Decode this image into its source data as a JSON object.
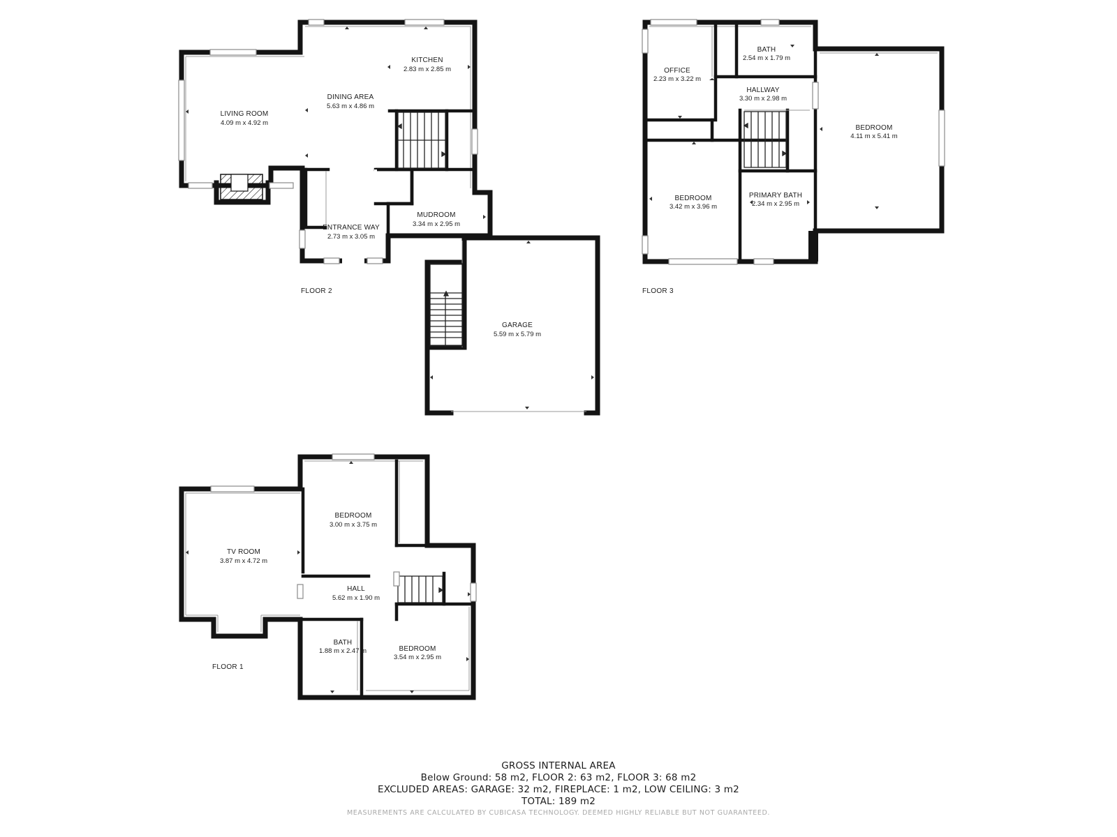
{
  "floors": {
    "floor2": {
      "label": "FLOOR 2",
      "rooms": {
        "kitchen": {
          "name": "KITCHEN",
          "dims": "2.83 m x 2.85 m"
        },
        "dining": {
          "name": "DINING AREA",
          "dims": "5.63 m x 4.86 m"
        },
        "living": {
          "name": "LIVING ROOM",
          "dims": "4.09 m x 4.92 m"
        },
        "entrance": {
          "name": "ENTRANCE WAY",
          "dims": "2.73 m x 3.05 m"
        },
        "mudroom": {
          "name": "MUDROOM",
          "dims": "3.34 m x 2.95 m"
        },
        "garage": {
          "name": "GARAGE",
          "dims": "5.59 m x 5.79 m"
        }
      }
    },
    "floor3": {
      "label": "FLOOR 3",
      "rooms": {
        "office": {
          "name": "OFFICE",
          "dims": "2.23 m x 3.22 m"
        },
        "bath": {
          "name": "BATH",
          "dims": "2.54 m x 1.79 m"
        },
        "hallway": {
          "name": "HALLWAY",
          "dims": "3.30 m x 2.98 m"
        },
        "bedroom_big": {
          "name": "BEDROOM",
          "dims": "4.11 m x 5.41 m"
        },
        "bedroom": {
          "name": "BEDROOM",
          "dims": "3.42 m x 3.96 m"
        },
        "primary_bath": {
          "name": "PRIMARY BATH",
          "dims": "2.34 m x 2.95 m"
        }
      }
    },
    "floor1": {
      "label": "FLOOR 1",
      "rooms": {
        "tv_room": {
          "name": "TV ROOM",
          "dims": "3.87 m x 4.72 m"
        },
        "bedroom_a": {
          "name": "BEDROOM",
          "dims": "3.00 m x 3.75 m"
        },
        "hall": {
          "name": "HALL",
          "dims": "5.62 m x 1.90 m"
        },
        "bath": {
          "name": "BATH",
          "dims": "1.88 m x 2.47 m"
        },
        "bedroom_b": {
          "name": "BEDROOM",
          "dims": "3.54 m x 2.95 m"
        }
      }
    }
  },
  "summary": {
    "title": "GROSS INTERNAL AREA",
    "line1": "Below Ground: 58 m2, FLOOR 2: 63 m2, FLOOR 3: 68 m2",
    "line2": "EXCLUDED AREAS: GARAGE: 32 m2, FIREPLACE: 1 m2, LOW CEILING: 3 m2",
    "line3": "TOTAL: 189 m2",
    "disclaimer": "MEASUREMENTS ARE CALCULATED BY CUBICASA TECHNOLOGY. DEEMED HIGHLY RELIABLE BUT NOT GUARANTEED."
  }
}
